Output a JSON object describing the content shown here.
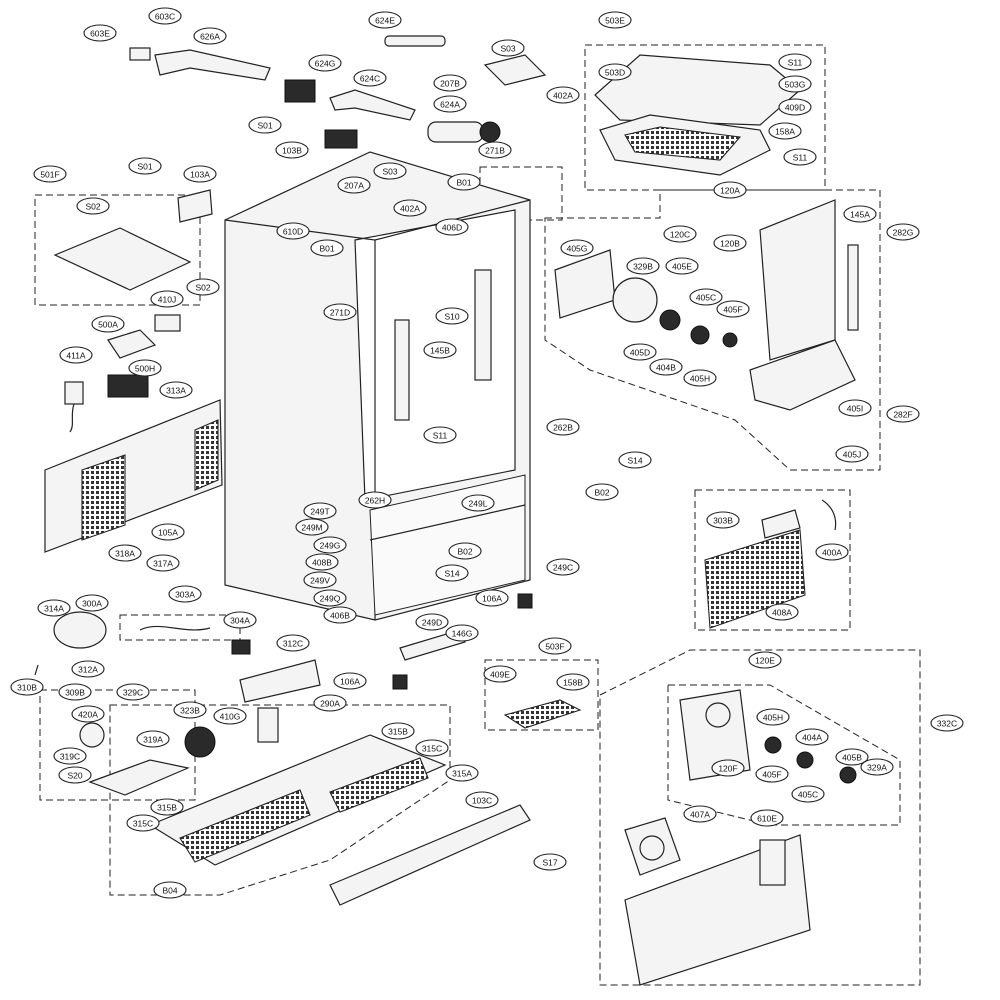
{
  "callouts": [
    {
      "id": "c603E",
      "label": "603E"
    },
    {
      "id": "c603C",
      "label": "603C"
    },
    {
      "id": "c626A",
      "label": "626A"
    },
    {
      "id": "c624E",
      "label": "624E"
    },
    {
      "id": "c624G",
      "label": "624G"
    },
    {
      "id": "c624C",
      "label": "624C"
    },
    {
      "id": "c624A",
      "label": "624A"
    },
    {
      "id": "cS01a",
      "label": "S01"
    },
    {
      "id": "c103B",
      "label": "103B"
    },
    {
      "id": "cS03a",
      "label": "S03"
    },
    {
      "id": "c207B",
      "label": "207B"
    },
    {
      "id": "c402A1",
      "label": "402A"
    },
    {
      "id": "c503E",
      "label": "503E"
    },
    {
      "id": "cS11a",
      "label": "S11"
    },
    {
      "id": "c503D",
      "label": "503D"
    },
    {
      "id": "c503G",
      "label": "503G"
    },
    {
      "id": "c409D",
      "label": "409D"
    },
    {
      "id": "c158A",
      "label": "158A"
    },
    {
      "id": "cS11b",
      "label": "S11"
    },
    {
      "id": "c271B",
      "label": "271B"
    },
    {
      "id": "cS01b",
      "label": "S01"
    },
    {
      "id": "c103A",
      "label": "103A"
    },
    {
      "id": "c501F",
      "label": "501F"
    },
    {
      "id": "cS02a",
      "label": "S02"
    },
    {
      "id": "c207A",
      "label": "207A"
    },
    {
      "id": "cS03b",
      "label": "S03"
    },
    {
      "id": "c402A2",
      "label": "402A"
    },
    {
      "id": "cB01a",
      "label": "B01"
    },
    {
      "id": "c610D",
      "label": "610D"
    },
    {
      "id": "cB01b",
      "label": "B01"
    },
    {
      "id": "c406D",
      "label": "406D"
    },
    {
      "id": "c271D",
      "label": "271D"
    },
    {
      "id": "cS10",
      "label": "S10"
    },
    {
      "id": "c120A",
      "label": "120A"
    },
    {
      "id": "c120C",
      "label": "120C"
    },
    {
      "id": "c120B",
      "label": "120B"
    },
    {
      "id": "c145A",
      "label": "145A"
    },
    {
      "id": "c282G",
      "label": "282G"
    },
    {
      "id": "c405G",
      "label": "405G"
    },
    {
      "id": "c329B",
      "label": "329B"
    },
    {
      "id": "c405E",
      "label": "405E"
    },
    {
      "id": "c405C1",
      "label": "405C"
    },
    {
      "id": "c405F1",
      "label": "405F"
    },
    {
      "id": "c405D",
      "label": "405D"
    },
    {
      "id": "c404B",
      "label": "404B"
    },
    {
      "id": "c405H1",
      "label": "405H"
    },
    {
      "id": "c405I",
      "label": "405I"
    },
    {
      "id": "c282F",
      "label": "282F"
    },
    {
      "id": "c405J",
      "label": "405J"
    },
    {
      "id": "c410J",
      "label": "410J"
    },
    {
      "id": "cS02b",
      "label": "S02"
    },
    {
      "id": "c500A",
      "label": "500A"
    },
    {
      "id": "c411A",
      "label": "411A"
    },
    {
      "id": "c500H",
      "label": "500H"
    },
    {
      "id": "c313A",
      "label": "313A"
    },
    {
      "id": "c145B",
      "label": "145B"
    },
    {
      "id": "cS11c",
      "label": "S11"
    },
    {
      "id": "c262B",
      "label": "262B"
    },
    {
      "id": "cS14a",
      "label": "S14"
    },
    {
      "id": "cB02a",
      "label": "B02"
    },
    {
      "id": "c262H",
      "label": "262H"
    },
    {
      "id": "c249T",
      "label": "249T"
    },
    {
      "id": "c249L",
      "label": "249L"
    },
    {
      "id": "c249M",
      "label": "249M"
    },
    {
      "id": "c249G",
      "label": "249G"
    },
    {
      "id": "c408B",
      "label": "408B"
    },
    {
      "id": "cB02b",
      "label": "B02"
    },
    {
      "id": "c249V",
      "label": "249V"
    },
    {
      "id": "cS14b",
      "label": "S14"
    },
    {
      "id": "c249C",
      "label": "249C"
    },
    {
      "id": "c249Q",
      "label": "249Q"
    },
    {
      "id": "c406B",
      "label": "406B"
    },
    {
      "id": "c249D",
      "label": "249D"
    },
    {
      "id": "c105A",
      "label": "105A"
    },
    {
      "id": "c318A",
      "label": "318A"
    },
    {
      "id": "c317A",
      "label": "317A"
    },
    {
      "id": "c106A1",
      "label": "106A"
    },
    {
      "id": "c146G",
      "label": "146G"
    },
    {
      "id": "c303B",
      "label": "303B"
    },
    {
      "id": "c400A",
      "label": "400A"
    },
    {
      "id": "c408A",
      "label": "408A"
    },
    {
      "id": "c314A",
      "label": "314A"
    },
    {
      "id": "c300A",
      "label": "300A"
    },
    {
      "id": "c303A",
      "label": "303A"
    },
    {
      "id": "c304A",
      "label": "304A"
    },
    {
      "id": "c312C",
      "label": "312C"
    },
    {
      "id": "c312A",
      "label": "312A"
    },
    {
      "id": "c310B",
      "label": "310B"
    },
    {
      "id": "c106A2",
      "label": "106A"
    },
    {
      "id": "c503F",
      "label": "503F"
    },
    {
      "id": "c409E",
      "label": "409E"
    },
    {
      "id": "c158B",
      "label": "158B"
    },
    {
      "id": "c309B",
      "label": "309B"
    },
    {
      "id": "c329C",
      "label": "329C"
    },
    {
      "id": "c420A",
      "label": "420A"
    },
    {
      "id": "c323B",
      "label": "323B"
    },
    {
      "id": "c410G",
      "label": "410G"
    },
    {
      "id": "c290A",
      "label": "290A"
    },
    {
      "id": "c319A",
      "label": "319A"
    },
    {
      "id": "c319C",
      "label": "319C"
    },
    {
      "id": "cS20",
      "label": "S20"
    },
    {
      "id": "c315B1",
      "label": "315B"
    },
    {
      "id": "c315C1",
      "label": "315C"
    },
    {
      "id": "c315A",
      "label": "315A"
    },
    {
      "id": "c315B2",
      "label": "315B"
    },
    {
      "id": "c315C2",
      "label": "315C"
    },
    {
      "id": "c103C",
      "label": "103C"
    },
    {
      "id": "cS17",
      "label": "S17"
    },
    {
      "id": "cB04",
      "label": "B04"
    },
    {
      "id": "c120E",
      "label": "120E"
    },
    {
      "id": "c332C",
      "label": "332C"
    },
    {
      "id": "c405H2",
      "label": "405H"
    },
    {
      "id": "c404A",
      "label": "404A"
    },
    {
      "id": "c405B",
      "label": "405B"
    },
    {
      "id": "c329A",
      "label": "329A"
    },
    {
      "id": "c120F",
      "label": "120F"
    },
    {
      "id": "c405F2",
      "label": "405F"
    },
    {
      "id": "c405C2",
      "label": "405C"
    },
    {
      "id": "c407A",
      "label": "407A"
    },
    {
      "id": "c610E",
      "label": "610E"
    }
  ]
}
